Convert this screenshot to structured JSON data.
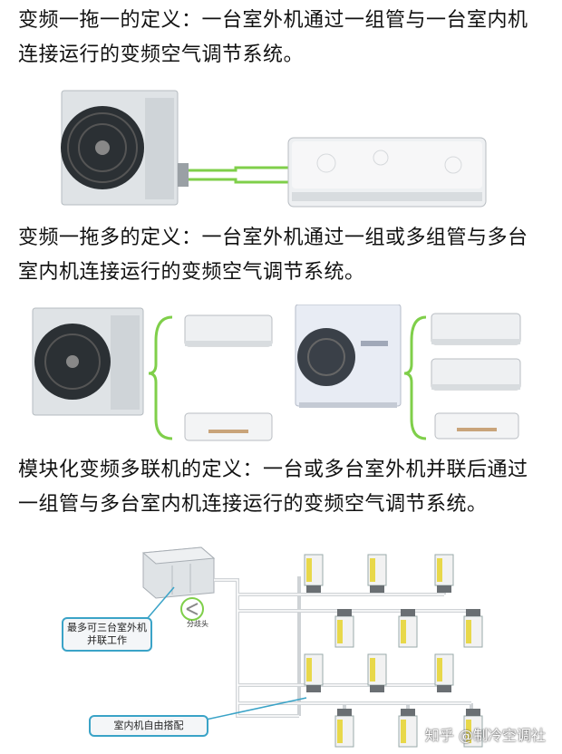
{
  "section1": {
    "text": "变频一拖一的定义：一台室外机通过一组管与一台室内机连接运行的变频空气调节系统。"
  },
  "section2": {
    "text": "变频一拖多的定义：一台室外机通过一组或多组管与多台室内机连接运行的变频空气调节系统。"
  },
  "section3": {
    "text": "模块化变频多联机的定义：一台或多台室外机并联后通过一组管与多台室内机连接运行的变频空气调节系统。"
  },
  "diagram": {
    "note_outdoor": "最多可三台室外机并联工作",
    "note_indoor": "室内机自由搭配",
    "pipe_label": "分歧头"
  },
  "watermark": "知乎 @制冷空调社",
  "colors": {
    "pipe_green": "#7fcf4a",
    "callout_blue": "#3aa3c7",
    "unit_body": "#dfe3e6"
  }
}
